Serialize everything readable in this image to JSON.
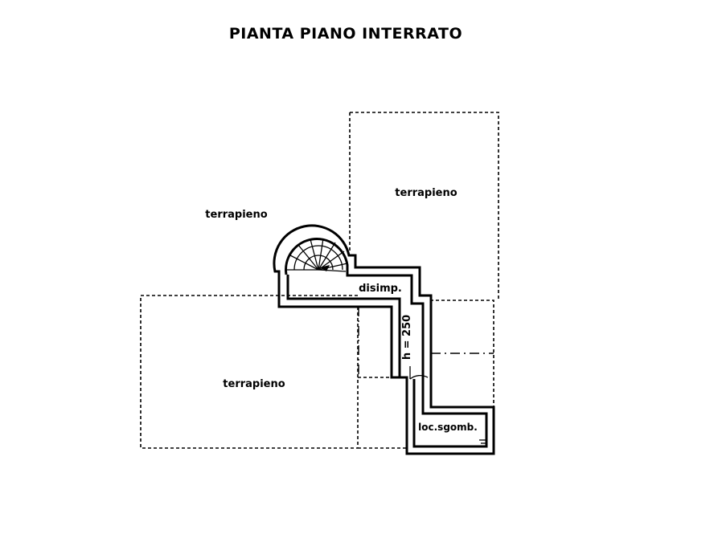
{
  "title": "PIANTA PIANO INTERRATO",
  "labels": {
    "terrapieno_upper_left": "terrapieno",
    "terrapieno_upper_right": "terrapieno",
    "terrapieno_lower_left": "terrapieno",
    "disimpegno": "disimp.",
    "height": "h = 250",
    "storage": "loc.sgomb."
  }
}
